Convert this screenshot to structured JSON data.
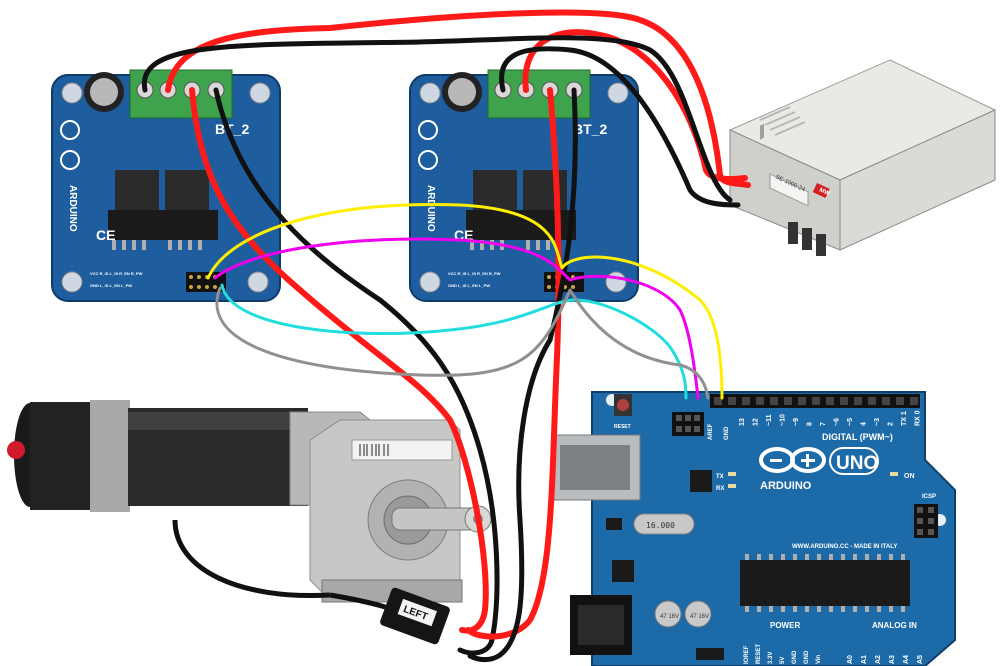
{
  "driver_left": {
    "label": "BT_2",
    "vertical_label": "ARDUINO",
    "pins_row1": "VCC R_IS L_IS R_EN R_PW",
    "pins_row2": "GND L_IS L_EN L_PW"
  },
  "driver_right": {
    "label": "BT_2",
    "vertical_label": "ARDUINO",
    "pins_row1": "VCC R_IS L_IS R_EN R_PW",
    "pins_row2": "GND L_IS L_EN L_PW"
  },
  "psu": {
    "brand": "MW",
    "model": "SE-1000-24"
  },
  "motor": {
    "connector_label": "LEFT",
    "sticker_text": "LEFT"
  },
  "arduino": {
    "model": "UNO",
    "brand": "ARDUINO",
    "digital_label": "DIGITAL (PWM~)",
    "website": "WWW.ARDUINO.CC - MADE IN ITALY",
    "power_label": "POWER",
    "analog_label": "ANALOG IN",
    "on_label": "ON",
    "tx_label": "TX",
    "rx_label": "RX",
    "aref_label": "AREF",
    "gnd_label": "GND",
    "reset_label": "RESET",
    "icsp_label": "ICSP",
    "crystal_label": "16.000",
    "cap_label": "47 16V",
    "digital_pins": [
      "13",
      "12",
      "~11",
      "~10",
      "~9",
      "8",
      "7",
      "~6",
      "~5",
      "4",
      "~3",
      "2",
      "TX 1",
      "RX 0"
    ],
    "power_pins": [
      "IOREF",
      "RESET",
      "3.3V",
      "5V",
      "GND",
      "GND",
      "Vin"
    ],
    "analog_pins": [
      "A0",
      "A1",
      "A2",
      "A3",
      "A4",
      "A5"
    ]
  },
  "wires": [
    "red",
    "black",
    "yellow",
    "magenta",
    "cyan",
    "gray"
  ],
  "colors": {
    "pcb_blue": "#1e5d9e",
    "arduino_blue": "#1c6aa8",
    "terminal_green": "#3fa34d",
    "red_wire": "#ff1a1a",
    "black_wire": "#111111",
    "yellow_wire": "#ffee00",
    "magenta_wire": "#ee00ee",
    "cyan_wire": "#22dddd",
    "gray_wire": "#909090"
  }
}
